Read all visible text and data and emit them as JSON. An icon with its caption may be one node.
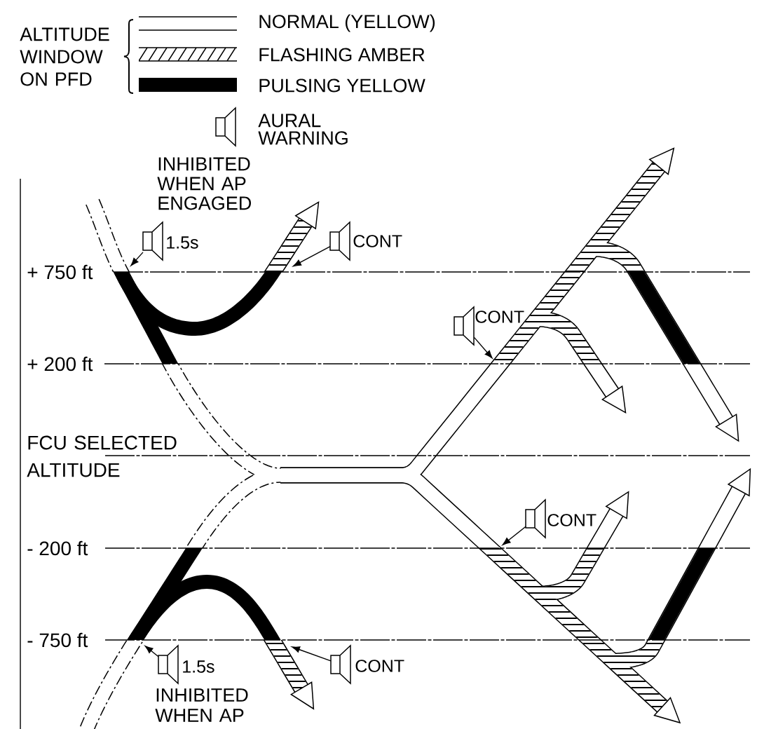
{
  "diagram": {
    "nodes": [
      {
        "text": [],
        "shape": "speaker",
        "beside": [
          "INHIBITED WHEN AP ENGAGED",
          "1.5s"
        ]
      },
      {
        "text": [],
        "shape": "speaker",
        "beside": [
          "CONT"
        ]
      },
      {
        "text": [],
        "shape": "speaker",
        "beside": [
          "CONT"
        ]
      },
      {
        "text": [],
        "shape": "speaker",
        "beside": [
          "CONT"
        ]
      },
      {
        "text": [],
        "shape": "speaker",
        "beside": [
          "1.5s",
          "INHIBITED WHEN AP"
        ]
      },
      {
        "text": [],
        "shape": "speaker",
        "beside": [
          "CONT"
        ]
      }
    ],
    "edges": [
      {
        "from": 0,
        "to": null,
        "arrow": "to"
      },
      {
        "from": 1,
        "to": null,
        "arrow": "to"
      },
      {
        "from": 2,
        "to": null,
        "arrow": "to"
      },
      {
        "from": 3,
        "to": null,
        "arrow": "to"
      },
      {
        "from": 4,
        "to": null,
        "arrow": "to"
      },
      {
        "from": 5,
        "to": null,
        "arrow": "to"
      }
    ],
    "labels": [
      "ALTITUDE WINDOW ON PFD",
      "+ 750 ft",
      "+ 200 ft",
      "FCU SELECTED ALTITUDE",
      "- 200 ft",
      "- 750 ft"
    ],
    "legend": [
      {
        "text": "NORMAL (YELLOW)"
      },
      {
        "text": "FLASHING AMBER"
      },
      {
        "text": "PULSING YELLOW",
        "color": "#000000"
      },
      {
        "text": "AURAL WARNING"
      }
    ]
  }
}
